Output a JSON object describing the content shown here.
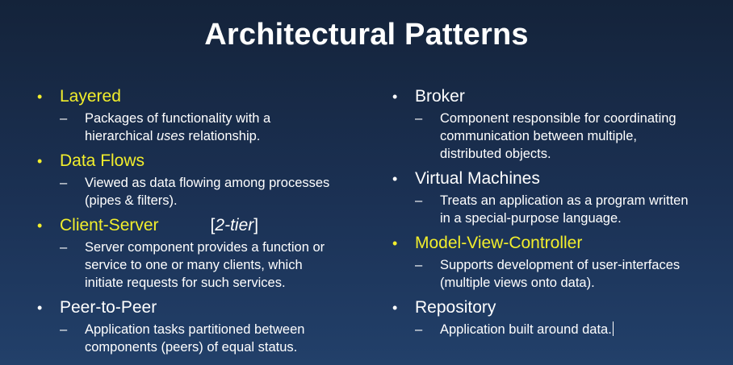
{
  "title": "Architectural Patterns",
  "colors": {
    "highlight": "#f2ee2c",
    "text": "#ffffff",
    "background": "#1b3154"
  },
  "left": [
    {
      "label": "Layered",
      "extra": "",
      "sub_line1": "Packages of functionality with a",
      "sub_line2_pre": "hierarchical ",
      "sub_line2_em": "uses",
      "sub_line2_post": " relationship."
    },
    {
      "label": "Data Flows",
      "sub_line1": "Viewed as data flowing among processes",
      "sub_line2": "(pipes & filters)."
    },
    {
      "label": "Client-Server",
      "extra_pre": "[",
      "extra_em": "2-tier",
      "extra_post": "]",
      "sub_line1": "Server component provides a function or",
      "sub_line2": "service to one or many clients, which",
      "sub_line3": "initiate requests for such services."
    },
    {
      "label": "Peer-to-Peer",
      "sub_line1": "Application tasks partitioned between",
      "sub_line2": "components (peers) of equal status."
    }
  ],
  "right": [
    {
      "label": "Broker",
      "sub_line1": "Component responsible for coordinating",
      "sub_line2": "communication between multiple,",
      "sub_line3": "distributed objects."
    },
    {
      "label": "Virtual Machines",
      "sub_line1": "Treats an application as a program written",
      "sub_line2": "in a special-purpose language."
    },
    {
      "label": "Model-View-Controller",
      "sub_line1": "Supports development of user-interfaces",
      "sub_line2": "(multiple views onto data)."
    },
    {
      "label": "Repository",
      "sub_line1": "Application built around data."
    }
  ],
  "glyphs": {
    "bullet": "•",
    "dash": "–"
  }
}
